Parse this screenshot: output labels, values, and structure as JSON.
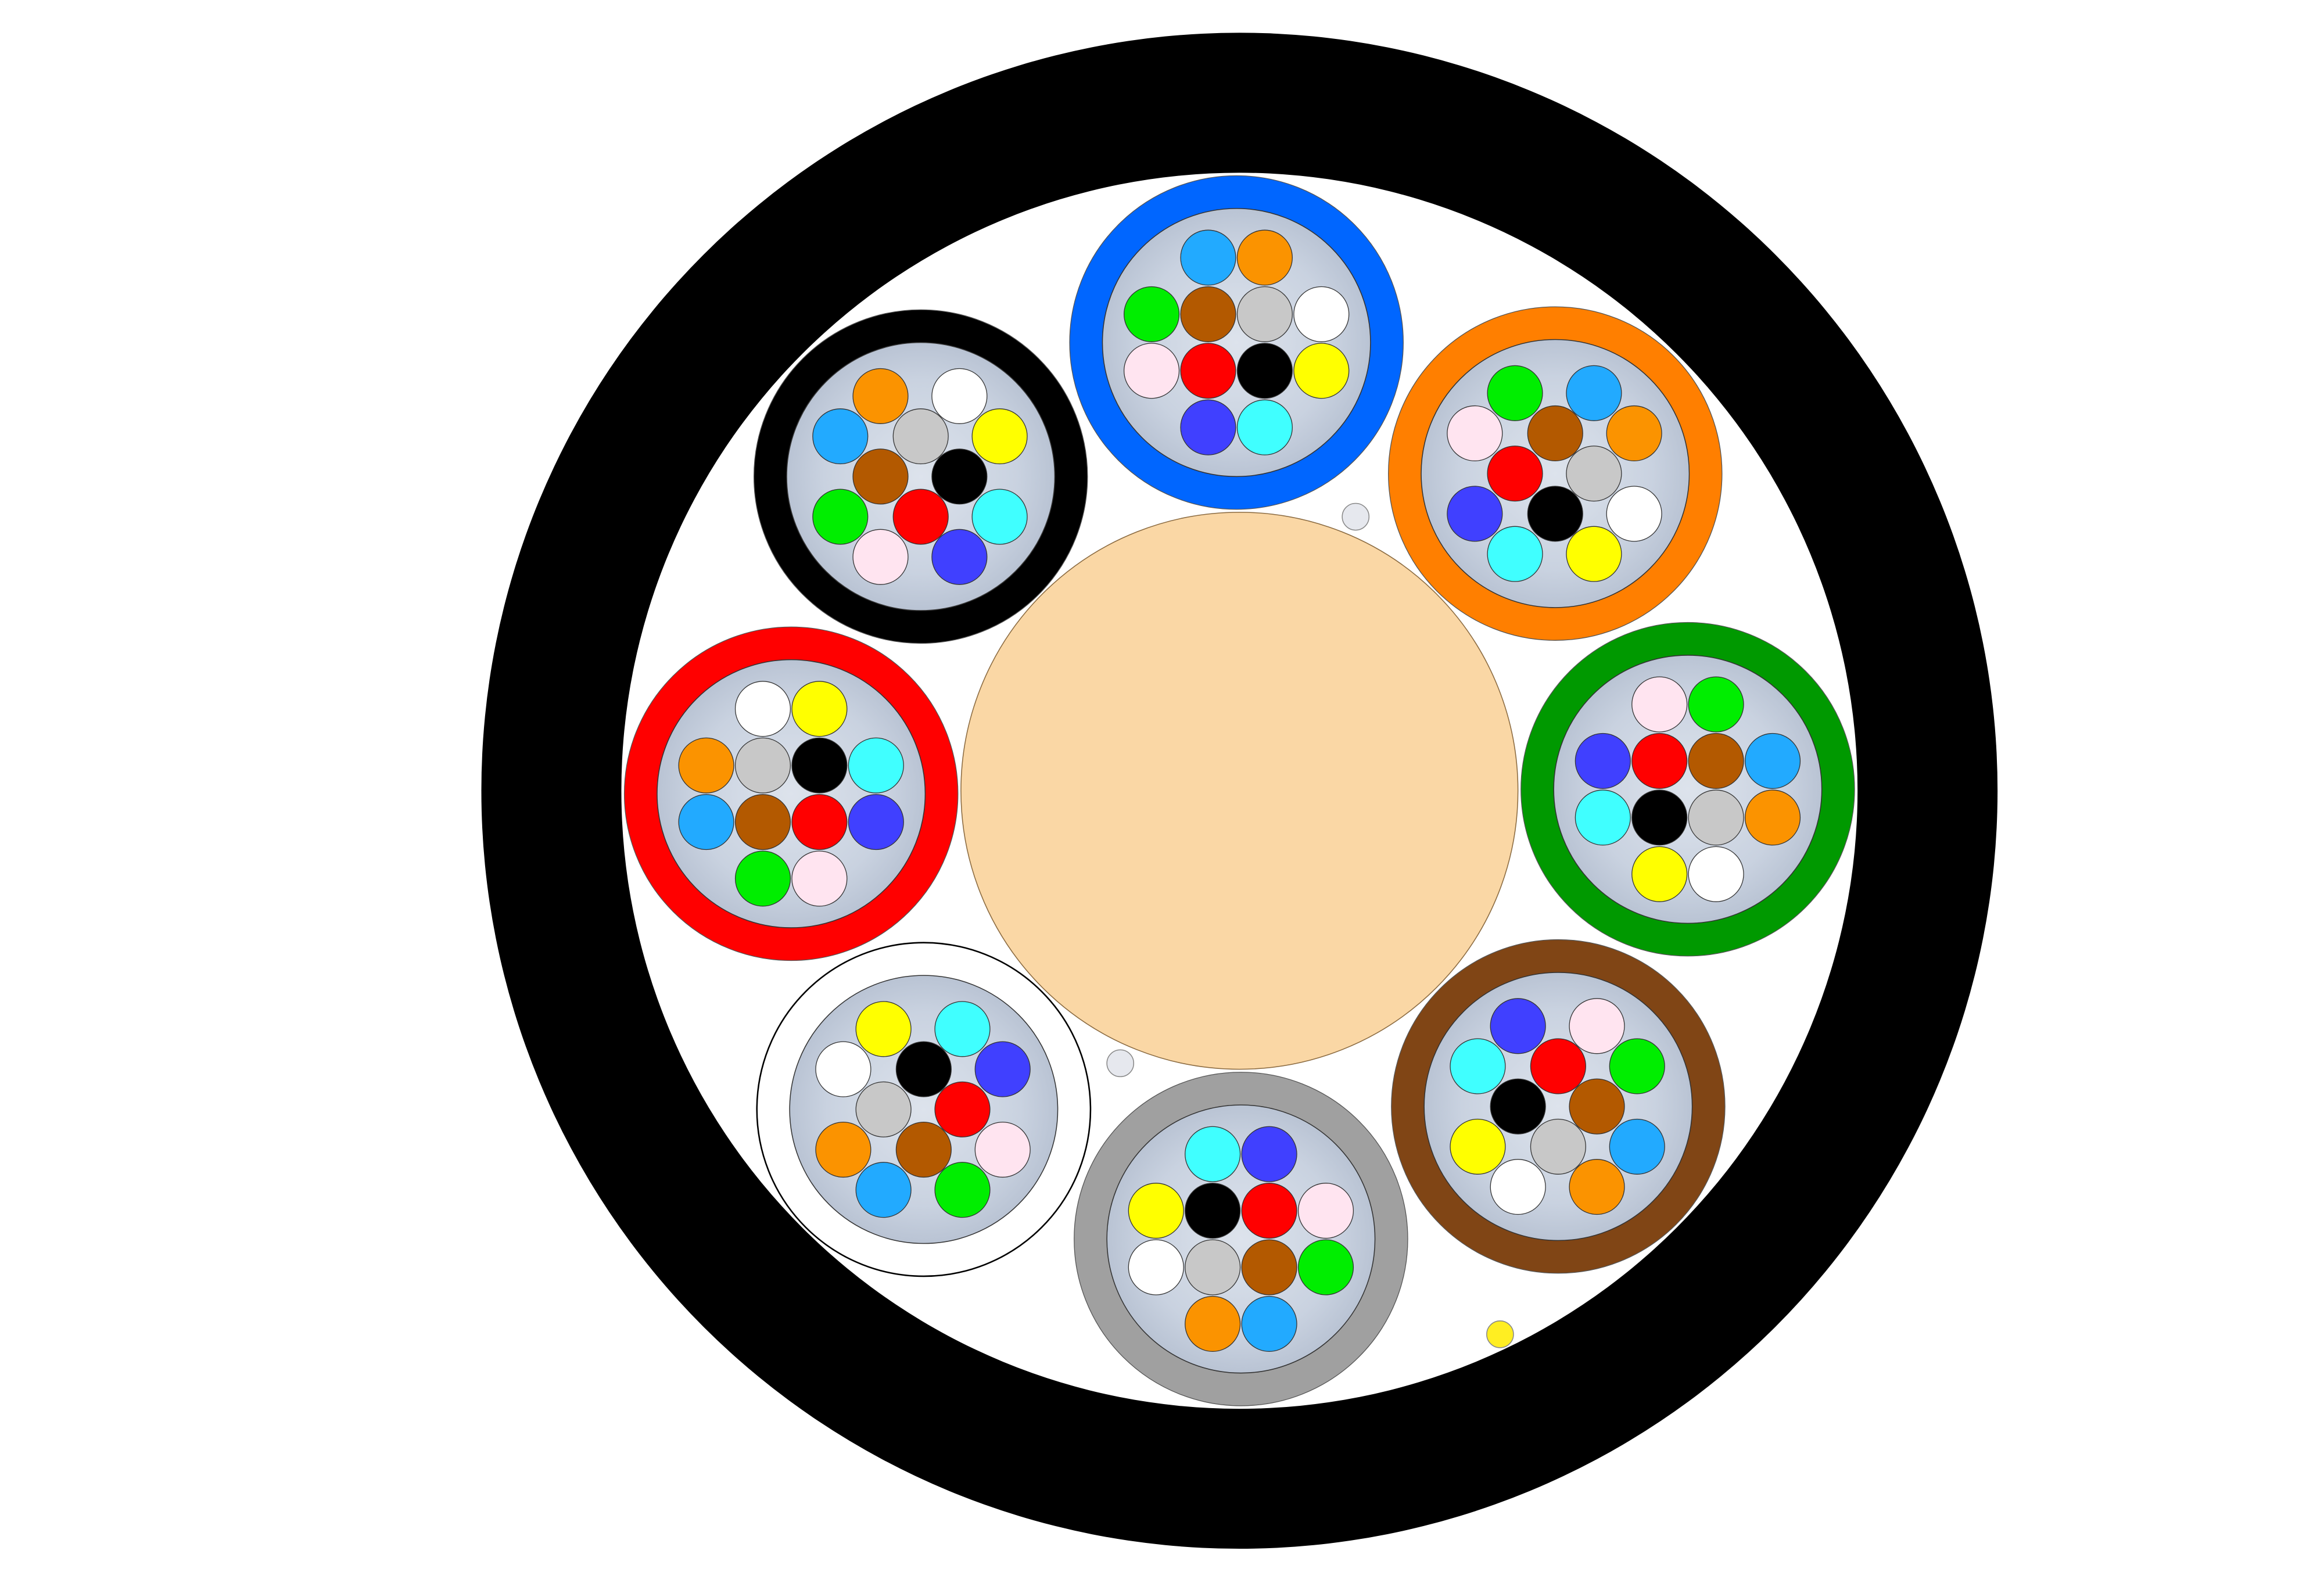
{
  "diagram": {
    "type": "fiber-optic-cable-cross-section",
    "outer_jacket_color": "#000000",
    "interior_color": "#FFFFFF",
    "central_strength_member_color": "#FAD7A5",
    "tube_core_color": "#C9D2E0",
    "fiber_colors": {
      "blue": "#4040FF",
      "orange": "#FB9300",
      "green": "#00EE00",
      "brown": "#B35900",
      "slate": "#C8C8C8",
      "white": "#FFFFFF",
      "red": "#FF0000",
      "black": "#000000",
      "yellow": "#FFFF00",
      "violet": "#FFE4F0",
      "rose": "#22AAFF",
      "aqua": "#40FFFF",
      "lightblue": "#22AAFF",
      "pink": "#FFE4F0",
      "cyan": "#40FFFF",
      "grey": "#C8C8C8"
    },
    "tubes": [
      {
        "name": "blue",
        "jacket": "#0066FF",
        "pattern": "rows",
        "fibers": [
          "lightblue",
          "orange",
          "green",
          "brown",
          "grey",
          "white",
          "pink",
          "red",
          "black",
          "yellow",
          "blue",
          "cyan"
        ]
      },
      {
        "name": "orange",
        "jacket": "#FF7F00",
        "pattern": "cols",
        "fibers": [
          "green",
          "lightblue",
          "pink",
          "brown",
          "orange",
          "red",
          "grey",
          "blue",
          "black",
          "white",
          "cyan",
          "yellow"
        ]
      },
      {
        "name": "green",
        "jacket": "#009900",
        "pattern": "rows",
        "fibers": [
          "pink",
          "green",
          "blue",
          "red",
          "brown",
          "lightblue",
          "cyan",
          "black",
          "grey",
          "orange",
          "yellow",
          "white"
        ]
      },
      {
        "name": "brown",
        "jacket": "#804515",
        "pattern": "cols",
        "fibers": [
          "blue",
          "pink",
          "cyan",
          "red",
          "green",
          "black",
          "brown",
          "yellow",
          "grey",
          "lightblue",
          "white",
          "orange"
        ]
      },
      {
        "name": "slate",
        "jacket": "#A0A0A0",
        "pattern": "rows",
        "fibers": [
          "cyan",
          "blue",
          "yellow",
          "black",
          "red",
          "pink",
          "white",
          "grey",
          "brown",
          "green",
          "orange",
          "lightblue"
        ]
      },
      {
        "name": "white",
        "jacket": "#FFFFFF",
        "pattern": "cols",
        "fibers": [
          "yellow",
          "cyan",
          "white",
          "black",
          "blue",
          "grey",
          "red",
          "orange",
          "brown",
          "pink",
          "lightblue",
          "green"
        ]
      },
      {
        "name": "red",
        "jacket": "#FF0000",
        "pattern": "rows",
        "fibers": [
          "white",
          "yellow",
          "orange",
          "grey",
          "black",
          "cyan",
          "lightblue",
          "brown",
          "red",
          "blue",
          "green",
          "pink"
        ]
      },
      {
        "name": "black",
        "jacket": "#000000",
        "pattern": "cols",
        "fibers": [
          "orange",
          "white",
          "lightblue",
          "grey",
          "yellow",
          "brown",
          "black",
          "green",
          "red",
          "cyan",
          "pink",
          "blue"
        ]
      }
    ],
    "filler_rods": [
      {
        "color": "#E6E8EE"
      },
      {
        "color": "#E6E8EE"
      },
      {
        "color": "#FFEE22"
      }
    ]
  }
}
